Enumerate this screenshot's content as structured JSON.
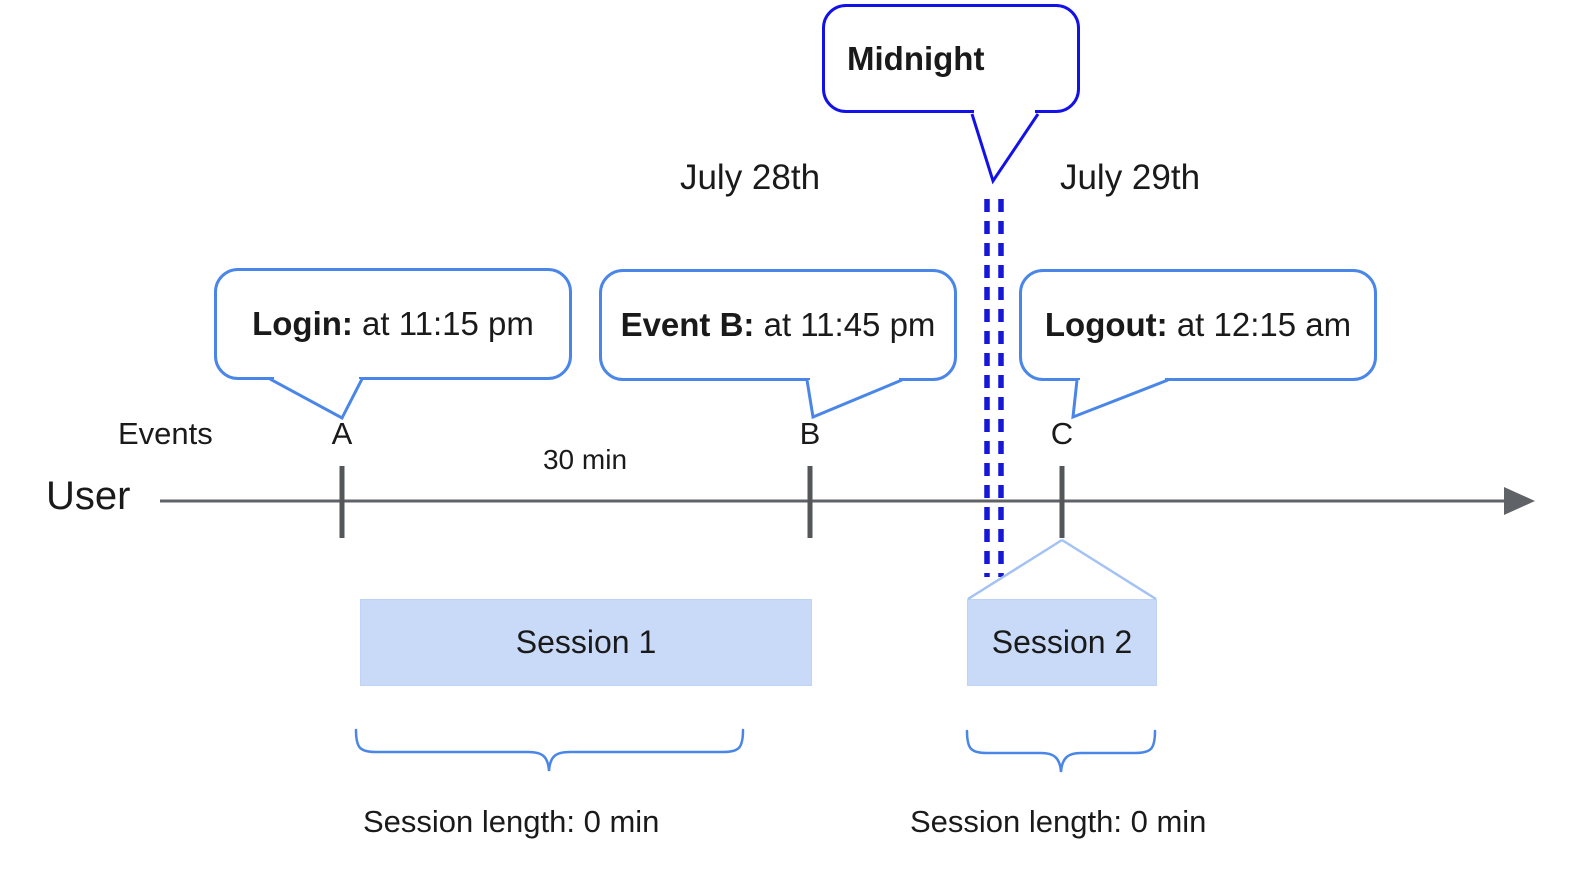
{
  "diagram": {
    "midnight_bubble": {
      "label": "Midnight"
    },
    "dates": {
      "left": "July 28th",
      "right": "July 29th"
    },
    "axis": {
      "events_label": "Events",
      "user_label": "User",
      "interval_label": "30 min",
      "markers": [
        "A",
        "B",
        "C"
      ]
    },
    "event_bubbles": [
      {
        "title": "Login:",
        "text": " at 11:15 pm"
      },
      {
        "title": "Event B:",
        "text": " at 11:45 pm"
      },
      {
        "title": "Logout:",
        "text": " at 12:15 am"
      }
    ],
    "sessions": [
      {
        "label": "Session 1",
        "length_label": "Session length: 0 min"
      },
      {
        "label": "Session 2",
        "length_label": "Session length: 0 min"
      }
    ],
    "colors": {
      "midnight_blue": "#1212e8",
      "dashed_line_blue": "#1717d8",
      "bubble_blue": "#4a86e8",
      "session_fill": "#c9daf8",
      "connector_light_blue": "#a4c2f4",
      "timeline_gray": "#5f6368",
      "text": "#1a1a1a"
    }
  }
}
